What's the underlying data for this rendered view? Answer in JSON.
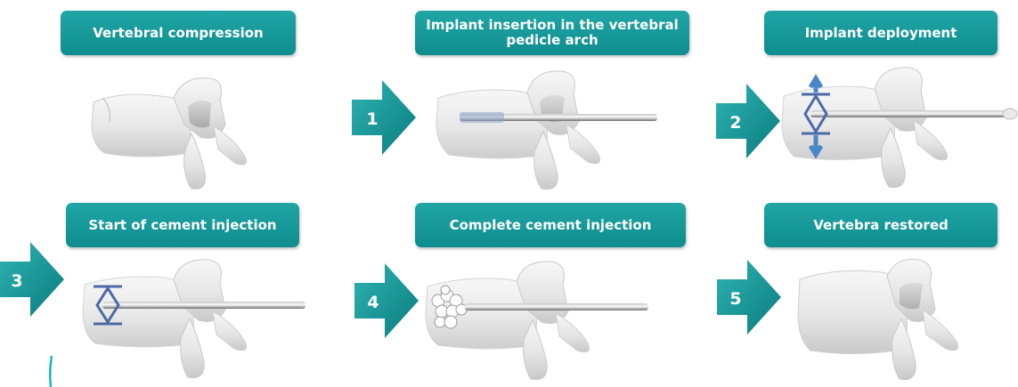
{
  "steps": [
    {
      "title": "Vertebral compression"
    },
    {
      "title": "Implant insertion in the vertebral pedicle arch",
      "number": "1"
    },
    {
      "title": "Implant deployment",
      "number": "2"
    },
    {
      "title": "Start of cement injection",
      "number": "3"
    },
    {
      "title": "Complete cement injection",
      "number": "4"
    },
    {
      "title": "Vertebra restored",
      "number": "5"
    }
  ],
  "colors": {
    "accent": "#13989a",
    "arrow_dark": "#0b7d7f",
    "implant": "#5a78b0",
    "deploy_arrow": "#4a86c8"
  },
  "icons": [
    "arrow-right-icon",
    "vertebra-illustration",
    "instrument-rod",
    "implant-icon",
    "cement-icon"
  ]
}
